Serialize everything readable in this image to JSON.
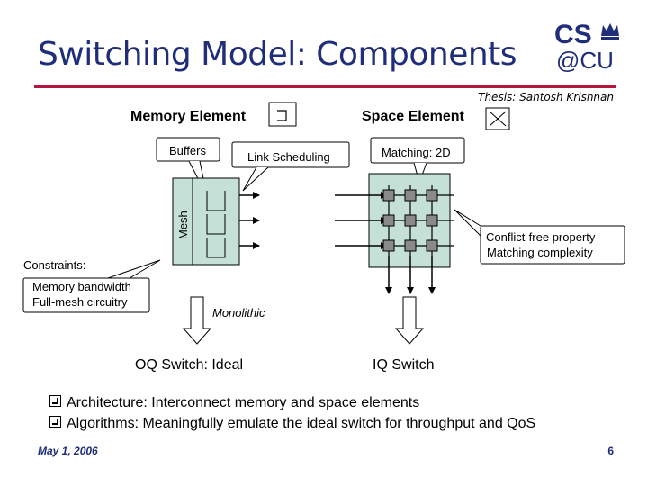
{
  "slide": {
    "title": "Switching Model: Components",
    "thesis": "Thesis: Santosh Krishnan",
    "logo_top": "CS",
    "logo_bottom": "@CU",
    "date": "May 1, 2006",
    "page_number": "6"
  },
  "diagram": {
    "memory_element_label": "Memory Element",
    "space_element_label": "Space Element",
    "buffers_label": "Buffers",
    "link_scheduling_label": "Link Scheduling",
    "mesh_label": "Mesh",
    "matching_label": "Matching: 2D",
    "conflict_free_label": "Conflict-free property",
    "matching_complexity_label": "Matching complexity",
    "constraints_label": "Constraints:",
    "memory_bandwidth_label": "Memory bandwidth",
    "full_mesh_label": "Full-mesh circuitry",
    "monolithic_label": "Monolithic",
    "oq_switch_label": "OQ Switch: Ideal",
    "iq_switch_label": "IQ Switch"
  },
  "bullets": [
    "Architecture: Interconnect memory and space elements",
    "Algorithms: Meaningfully emulate the ideal switch for throughput and QoS"
  ],
  "colors": {
    "title": "#1f2d7a",
    "rule": "#b3153e",
    "element_fill": "#c5e1d7",
    "crosspoint_fill": "#8a8a8a"
  }
}
